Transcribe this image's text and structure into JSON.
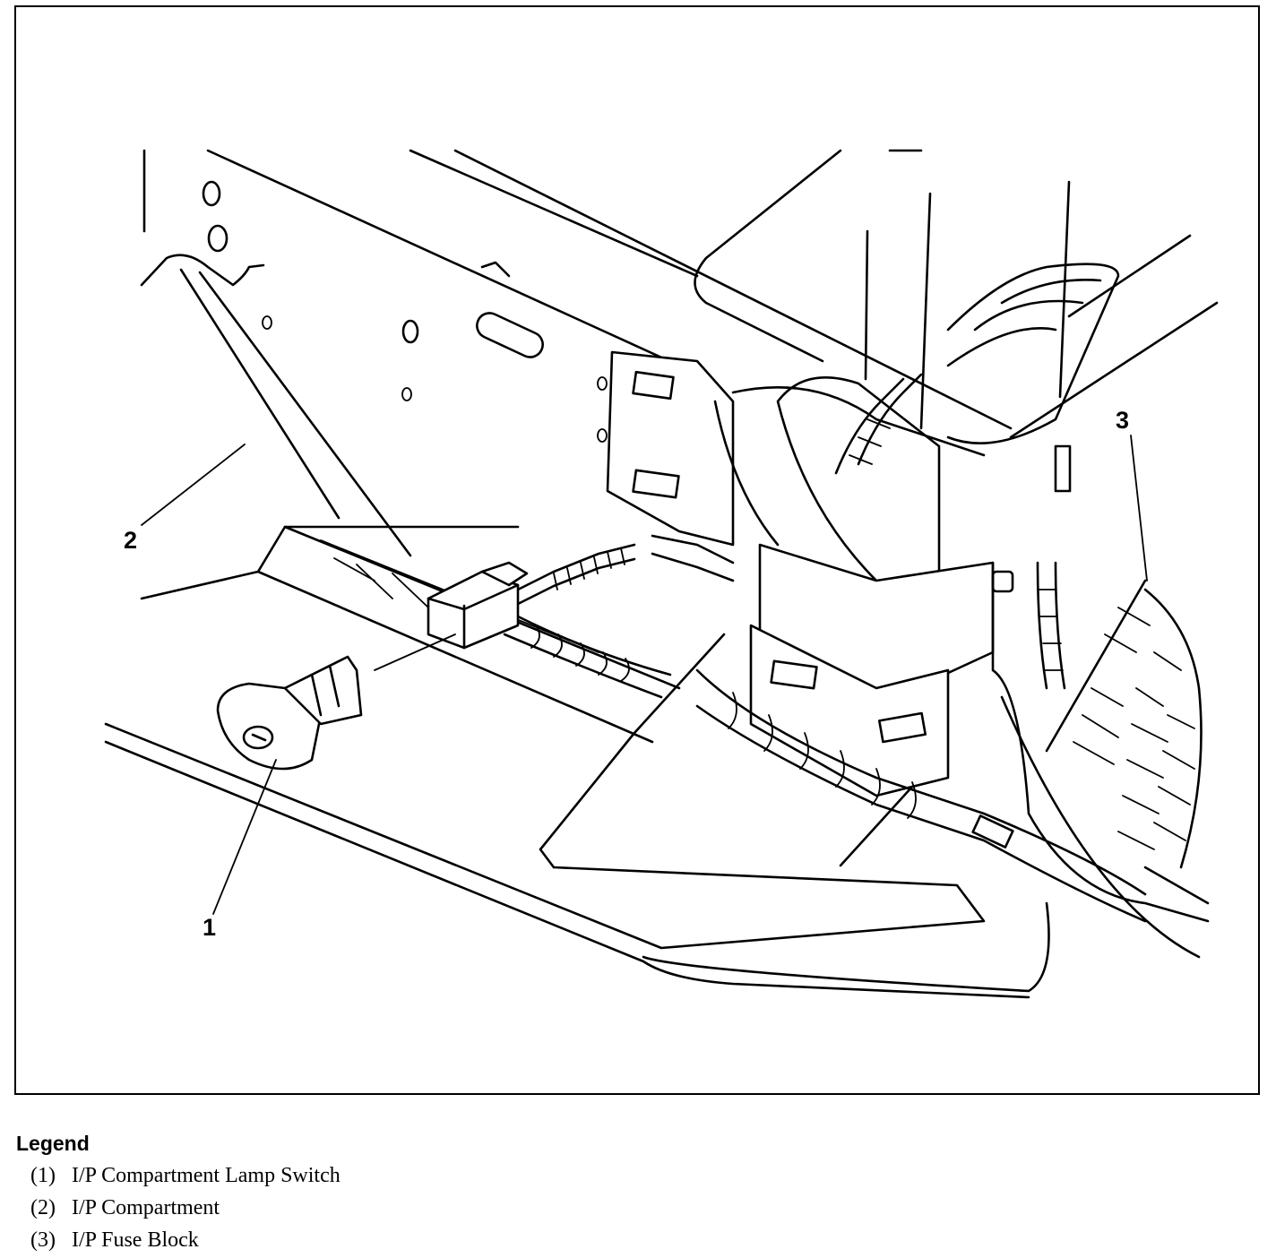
{
  "callouts": [
    {
      "id": "1",
      "label": "1"
    },
    {
      "id": "2",
      "label": "2"
    },
    {
      "id": "3",
      "label": "3"
    }
  ],
  "legend": {
    "title": "Legend",
    "items": [
      {
        "number": "(1)",
        "text": "I/P Compartment Lamp Switch"
      },
      {
        "number": "(2)",
        "text": "I/P Compartment"
      },
      {
        "number": "(3)",
        "text": "I/P Fuse Block"
      }
    ]
  }
}
